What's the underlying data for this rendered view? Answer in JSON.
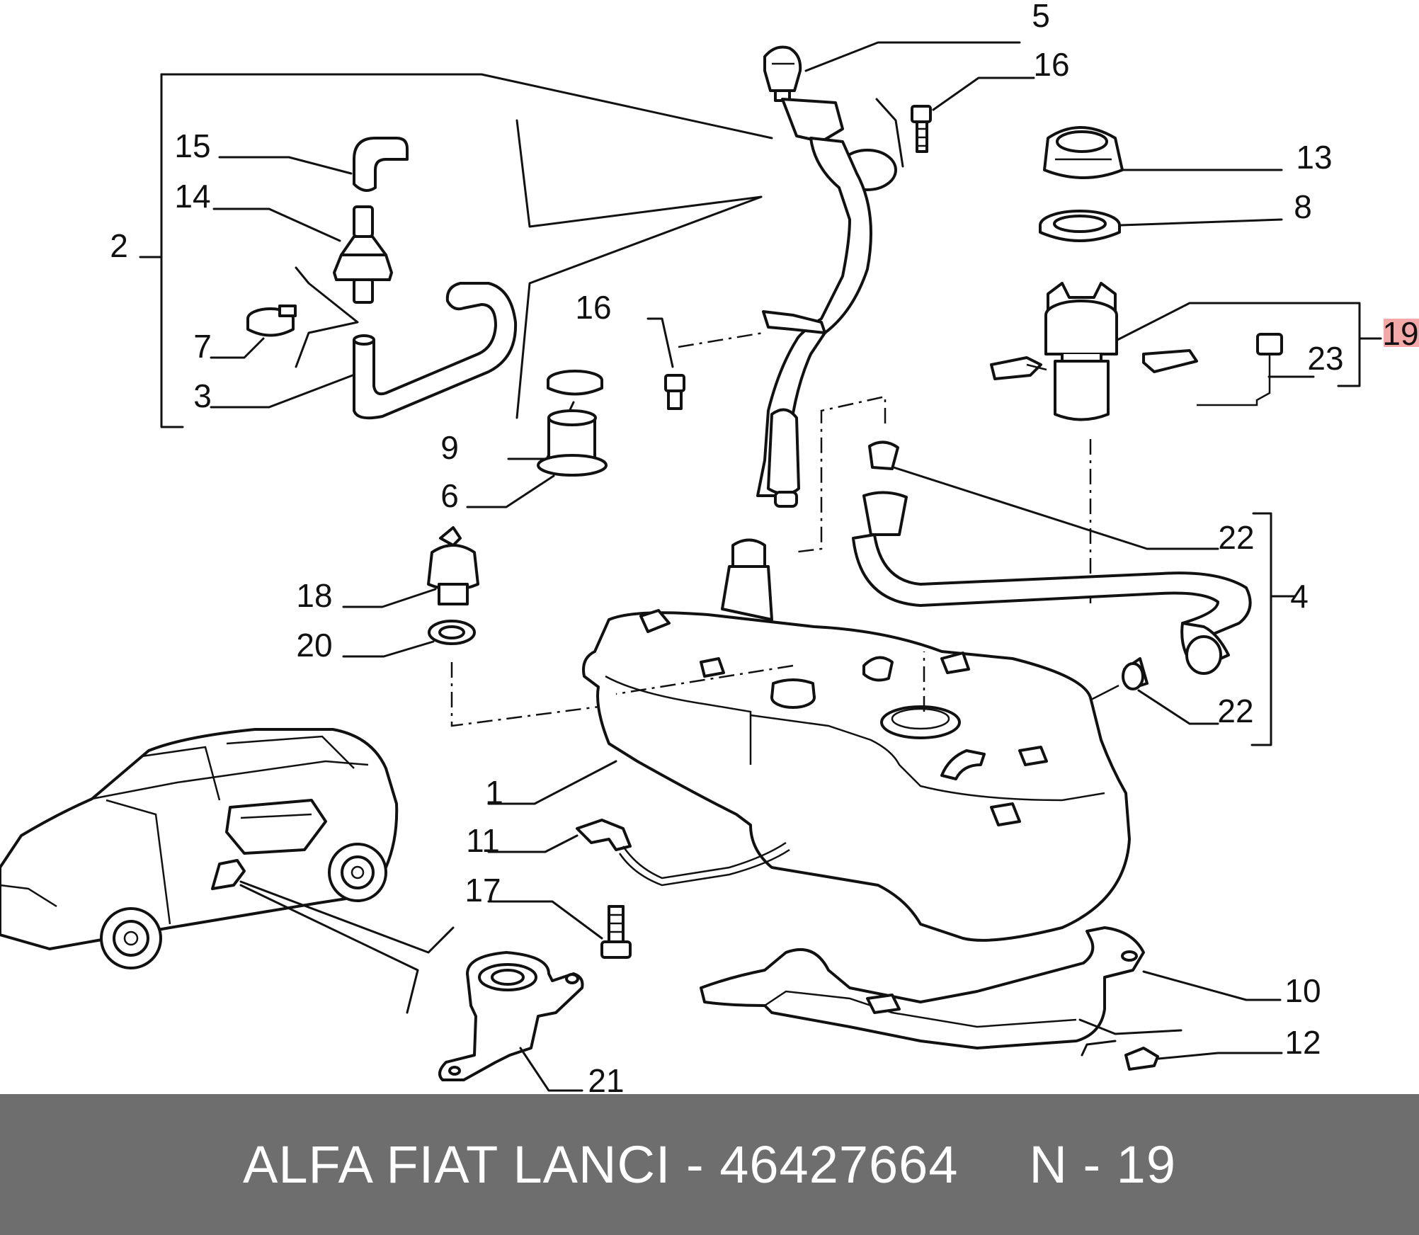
{
  "diagram": {
    "callouts": [
      "5",
      "16",
      "13",
      "8",
      "15",
      "14",
      "2",
      "7",
      "3",
      "19",
      "23",
      "16",
      "9",
      "6",
      "22",
      "4",
      "18",
      "20",
      "22",
      "1",
      "11",
      "17",
      "10",
      "12",
      "21"
    ],
    "highlight_color": "#e31e24"
  },
  "footer": {
    "part_text": "ALFA FIAT LANCI - 46427664",
    "page_text": "N - 19",
    "background_color": "#6e6e6e"
  }
}
